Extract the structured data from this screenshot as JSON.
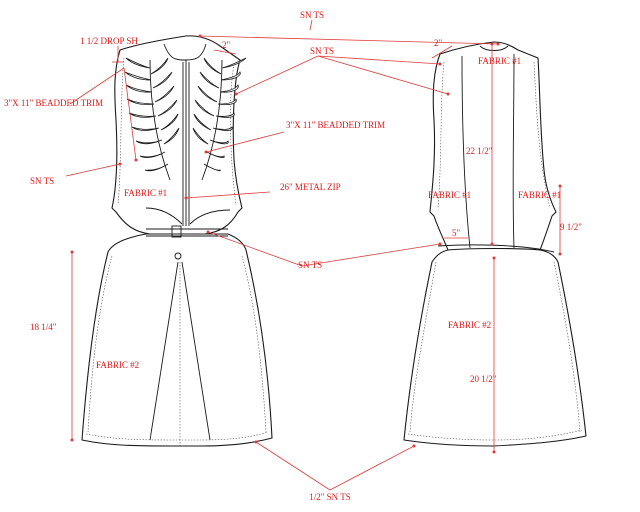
{
  "labels": {
    "sn_ts_top": "SN TS",
    "drop_sh": "1 1/2 DROP SH",
    "two_in_front": "2\"",
    "sn_ts_mid_top": "SN TS",
    "two_in_back": "2\"",
    "fabric1_back_top": "FABRIC #1",
    "beaded_trim_left": "3\"X 11\" BEADDED TRIM",
    "beaded_trim_right": "3\"X 11\" BEADDED TRIM",
    "sn_ts_left": "SN TS",
    "fabric1_front": "FABRIC #1",
    "metal_zip": "26\" METAL ZIP",
    "length_22": "22 1/2\"",
    "fabric1_back_left": "FABRIC #1",
    "fabric1_back_right": "FABRIC #1",
    "five_in": "5\"",
    "nine_half": "9 1/2\"",
    "sn_ts_center": "SN TS",
    "length_18": "18 1/4\"",
    "fabric2_back": "FABRIC #2",
    "fabric2_front": "FABRIC #2",
    "length_20": "20 1/2\"",
    "half_sn_ts": "1/2\" SN TS"
  },
  "colors": {
    "annotation": "#e01818",
    "outline": "#1a1a1a"
  }
}
